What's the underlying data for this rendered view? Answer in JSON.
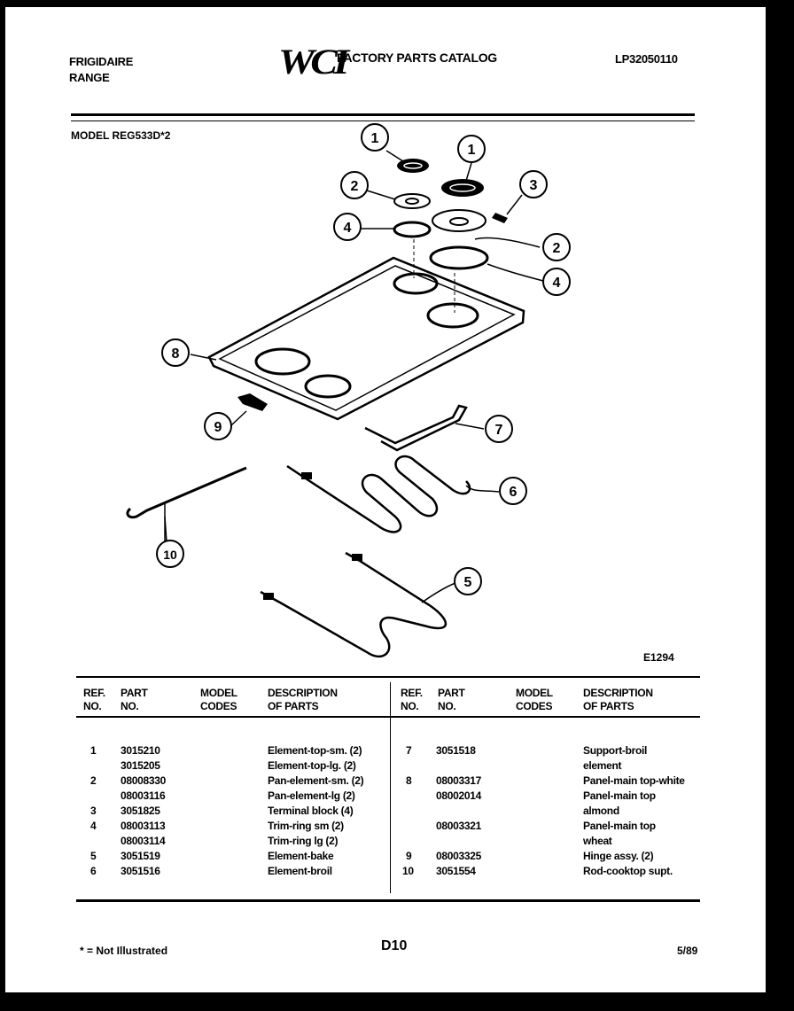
{
  "header": {
    "brand": "FRIGIDAIRE",
    "product": "RANGE",
    "logo": "WCI",
    "catalog_title": "FACTORY PARTS CATALOG",
    "catalog_number": "LP32050110"
  },
  "model": "MODEL REG533D*2",
  "figure_id": "E1294",
  "callouts": [
    "1",
    "1",
    "2",
    "3",
    "4",
    "2",
    "4",
    "8",
    "7",
    "9",
    "6",
    "10",
    "5"
  ],
  "table": {
    "headers": {
      "ref": [
        "REF.",
        "NO."
      ],
      "part": [
        "PART",
        "NO."
      ],
      "model": [
        "MODEL",
        "CODES"
      ],
      "desc": [
        "DESCRIPTION",
        "OF PARTS"
      ]
    },
    "left_rows": [
      {
        "ref": "1",
        "part": "3015210",
        "desc": "Element-top-sm. (2)"
      },
      {
        "ref": "",
        "part": "3015205",
        "desc": "Element-top-lg. (2)"
      },
      {
        "ref": "2",
        "part": "08008330",
        "desc": "Pan-element-sm. (2)"
      },
      {
        "ref": "",
        "part": "08003116",
        "desc": "Pan-element-lg (2)"
      },
      {
        "ref": "3",
        "part": "3051825",
        "desc": "Terminal block (4)"
      },
      {
        "ref": "4",
        "part": "08003113",
        "desc": "Trim-ring sm (2)"
      },
      {
        "ref": "",
        "part": "08003114",
        "desc": "Trim-ring lg (2)"
      },
      {
        "ref": "5",
        "part": "3051519",
        "desc": "Element-bake"
      },
      {
        "ref": "6",
        "part": "3051516",
        "desc": "Element-broil"
      }
    ],
    "right_rows": [
      {
        "ref": "7",
        "part": "3051518",
        "desc": "Support-broil"
      },
      {
        "ref": "",
        "part": "",
        "desc": "element"
      },
      {
        "ref": "8",
        "part": "08003317",
        "desc": "Panel-main top-white"
      },
      {
        "ref": "",
        "part": "08002014",
        "desc": "Panel-main top"
      },
      {
        "ref": "",
        "part": "",
        "desc": "almond"
      },
      {
        "ref": "",
        "part": "08003321",
        "desc": "Panel-main top"
      },
      {
        "ref": "",
        "part": "",
        "desc": "wheat"
      },
      {
        "ref": "9",
        "part": "08003325",
        "desc": "Hinge assy. (2)"
      },
      {
        "ref": "10",
        "part": "3051554",
        "desc": "Rod-cooktop supt."
      }
    ]
  },
  "footer": {
    "note": "* = Not Illustrated",
    "page": "D10",
    "date": "5/89"
  }
}
